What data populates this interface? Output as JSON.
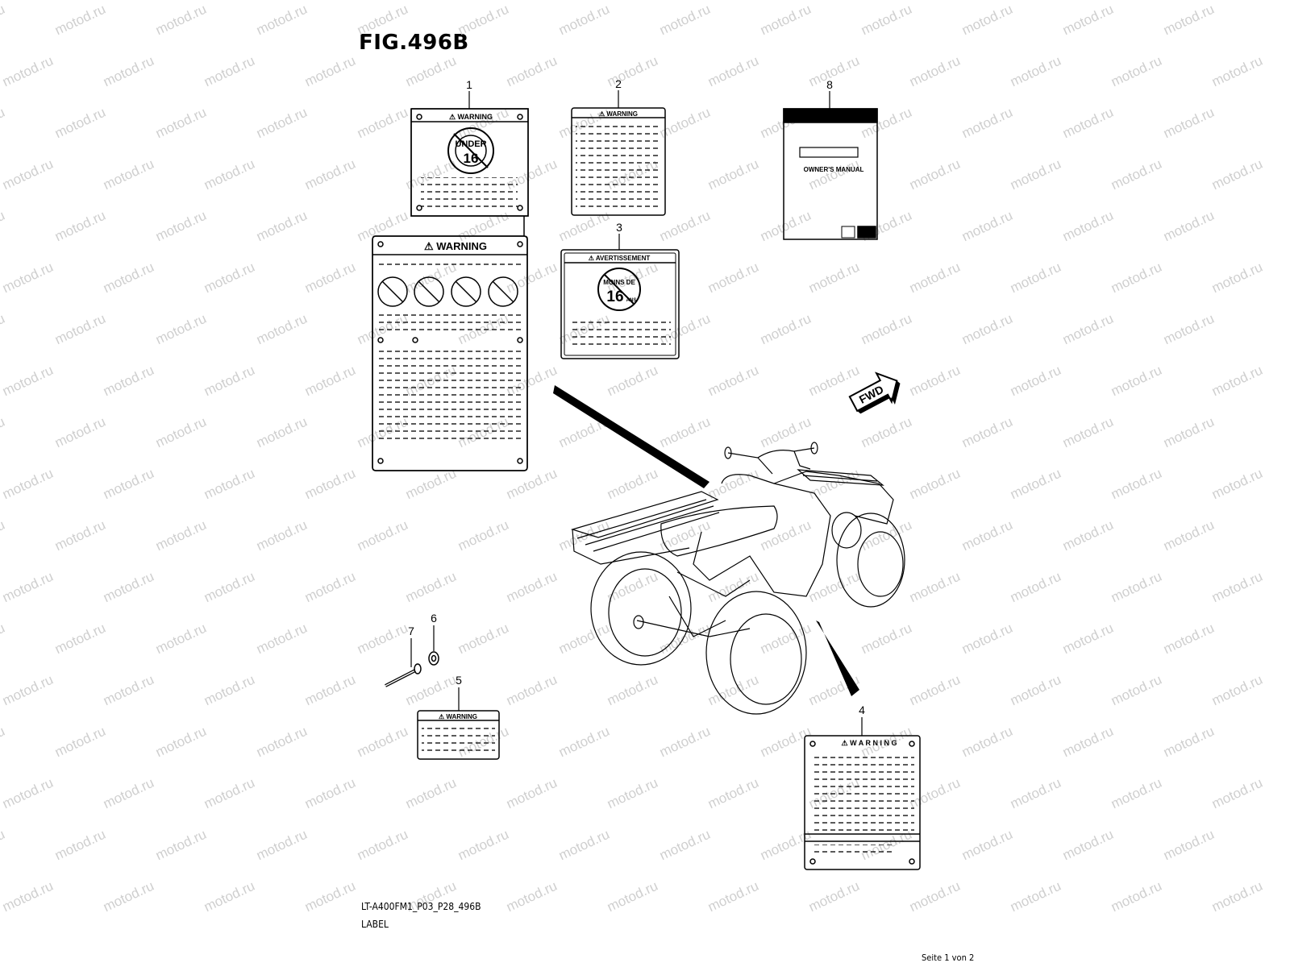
{
  "figure": {
    "title": "FIG.496B",
    "code": "LT-A400FM1_P03_P28_496B",
    "caption": "LABEL",
    "page": "Seite 1 von 2"
  },
  "watermark": {
    "text": "motod.ru",
    "color": "#cfcfcf"
  },
  "callouts": [
    "1",
    "2",
    "3",
    "4",
    "5",
    "6",
    "7",
    "8"
  ],
  "labels": {
    "label1": {
      "top_header": "⚠ WARNING",
      "badge_line1": "UNDER",
      "badge_line2": "16",
      "bottom_header": "⚠ WARNING"
    },
    "label2": {
      "header": "⚠ WARNING"
    },
    "label3": {
      "header": "⚠ AVERTISSEMENT",
      "badge_line1": "MOINS DE",
      "badge_line2": "16",
      "badge_unit": "ANS"
    },
    "label4": {
      "header": "⚠ W A R N I N G"
    },
    "label5": {
      "header": "⚠ WARNING"
    },
    "manual": {
      "title": "OWNER'S MANUAL"
    },
    "fwd_arrow": "FWD"
  }
}
